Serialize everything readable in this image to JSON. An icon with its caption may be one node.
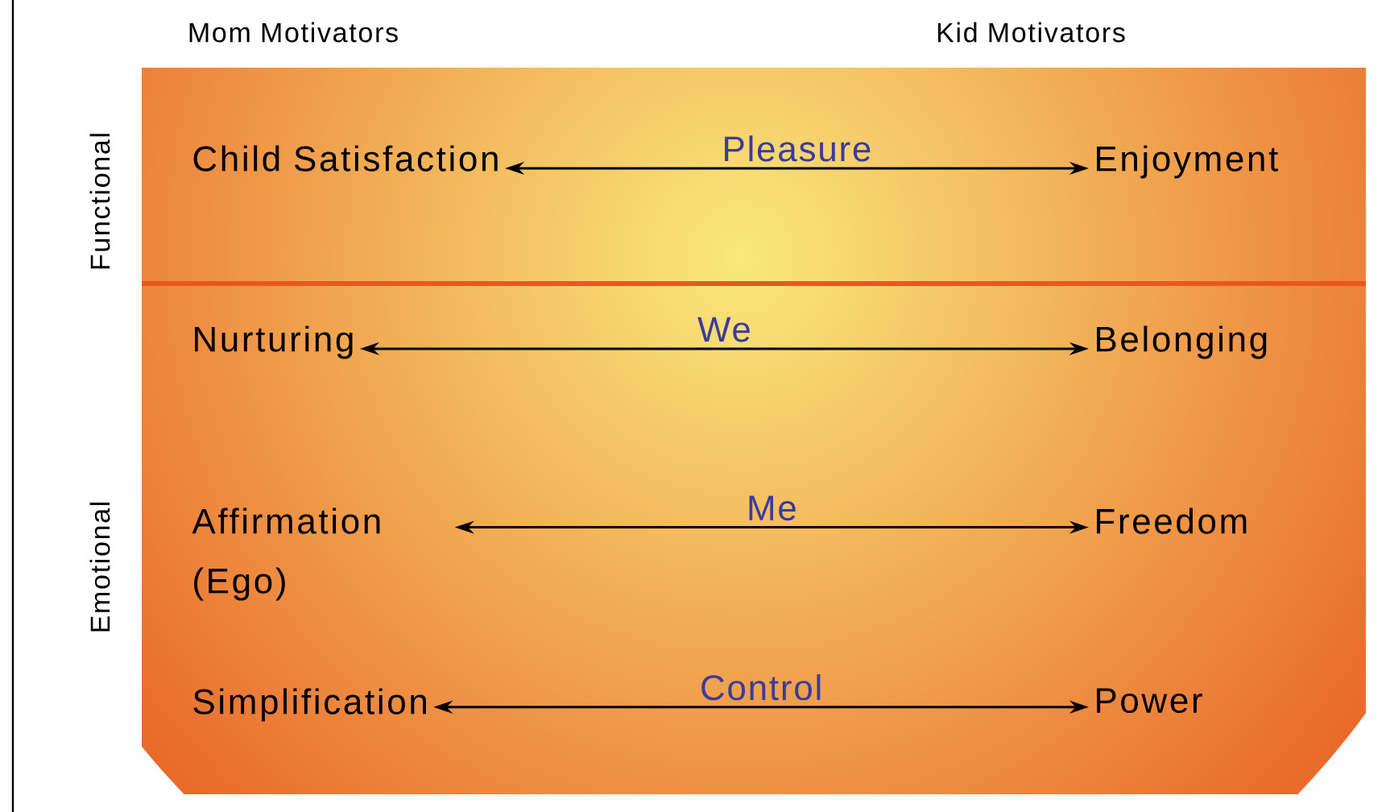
{
  "diagram": {
    "nodes": [
      {
        "text": [
          "Child Satisfaction"
        ]
      },
      {
        "text": [
          "Enjoyment"
        ]
      },
      {
        "text": [
          "Nurturing"
        ]
      },
      {
        "text": [
          "Belonging"
        ]
      },
      {
        "text": [
          "Affirmation (Ego)"
        ]
      },
      {
        "text": [
          "Freedom"
        ]
      },
      {
        "text": [
          "Simplification"
        ]
      },
      {
        "text": [
          "Power"
        ]
      }
    ],
    "edges": [
      {
        "from": 0,
        "to": 1,
        "arrow": "both",
        "label": "Pleasure"
      },
      {
        "from": 2,
        "to": 3,
        "arrow": "both",
        "label": "We"
      },
      {
        "from": 4,
        "to": 5,
        "arrow": "both",
        "label": "Me"
      },
      {
        "from": 6,
        "to": 7,
        "arrow": "both",
        "label": "Control"
      }
    ],
    "labels": [
      "Mom Motivators",
      "Kid Motivators",
      "Functional",
      "Emotional"
    ]
  }
}
